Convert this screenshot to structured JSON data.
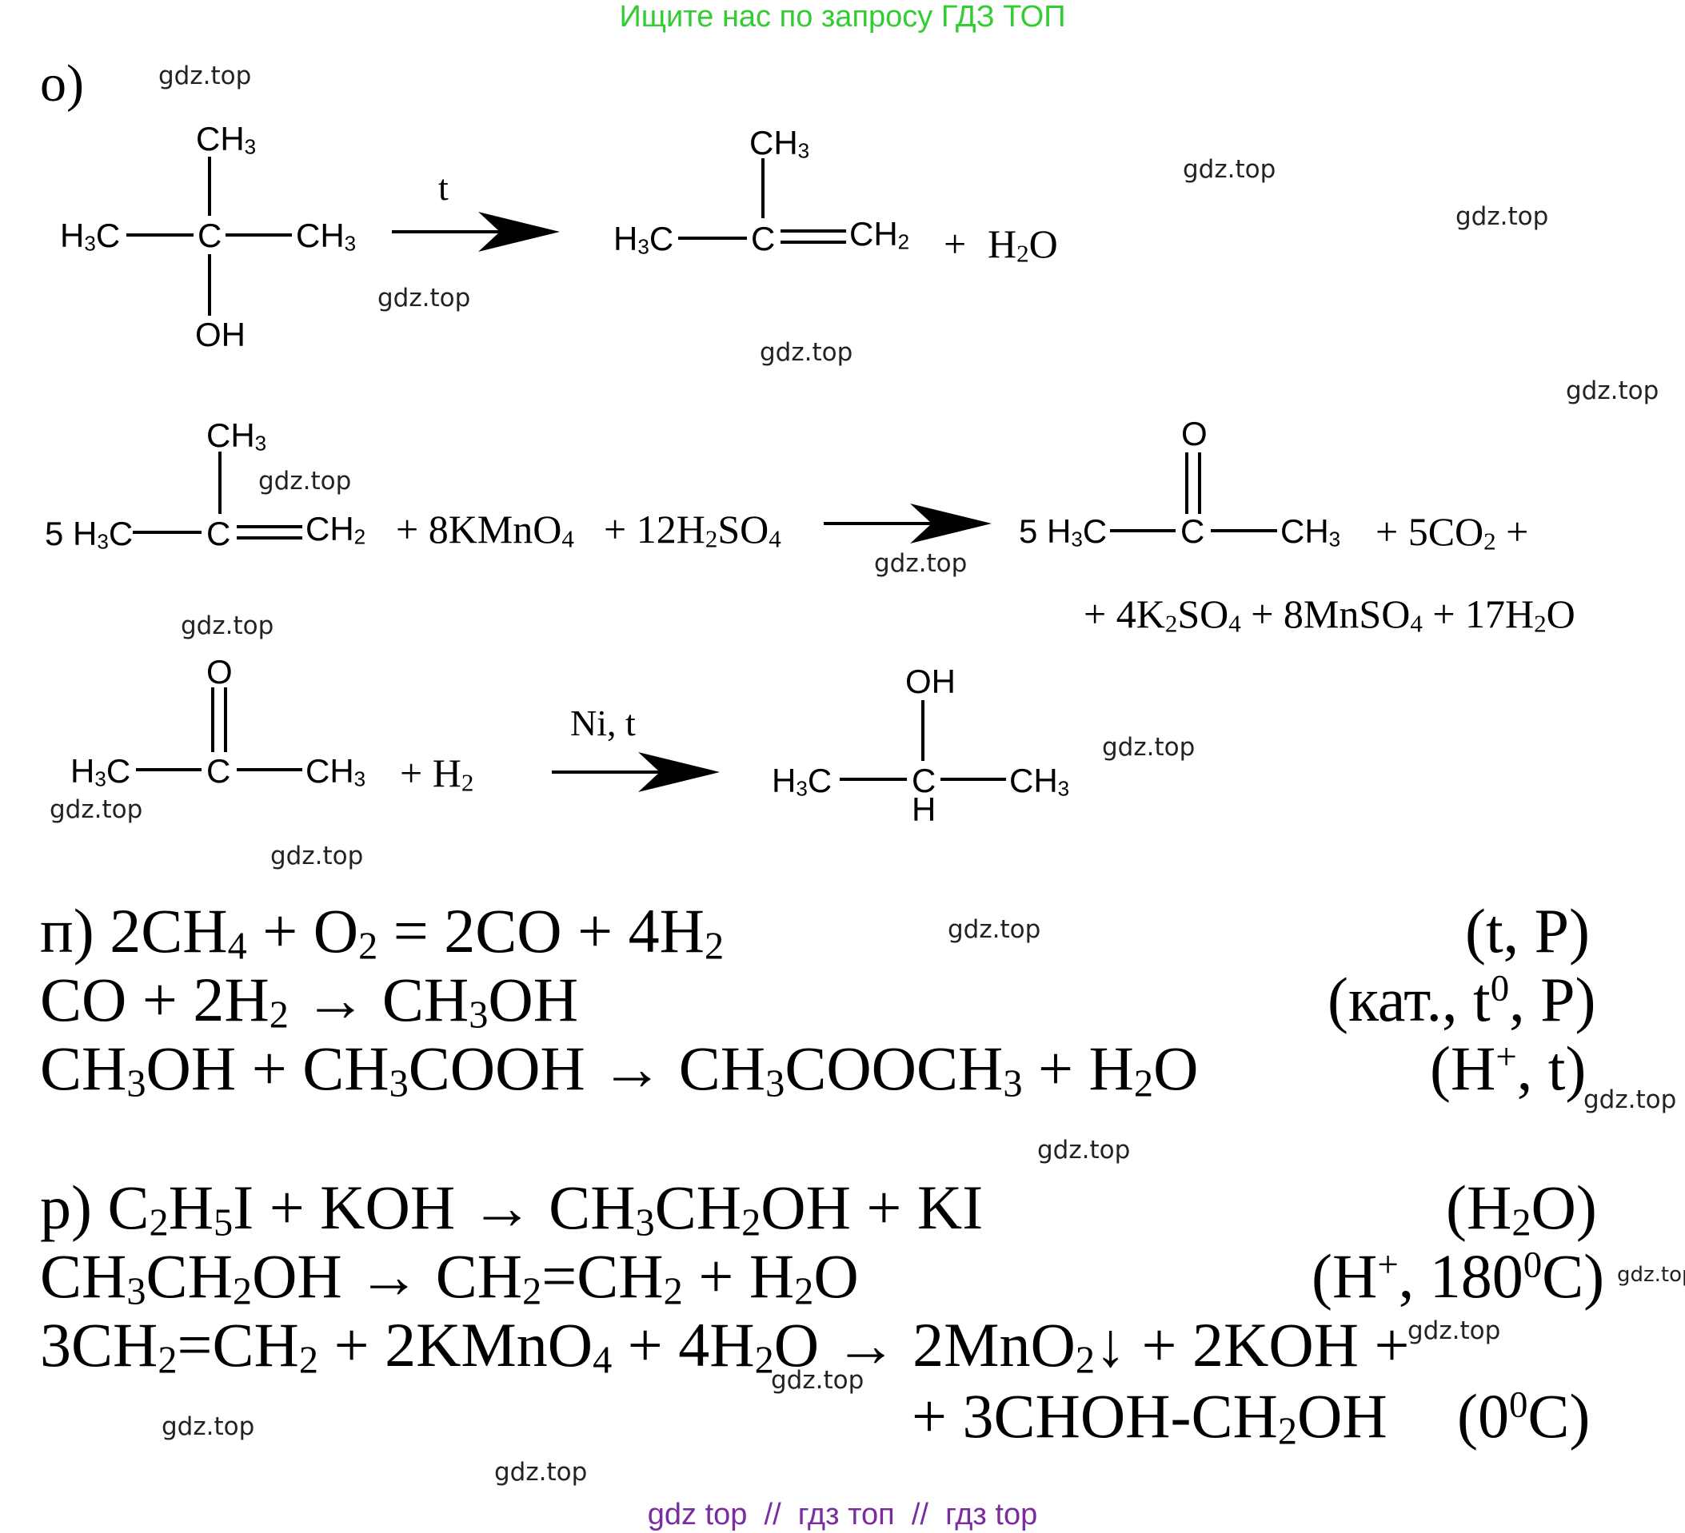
{
  "header": {
    "banner": "Ищите нас по запросу ГДЗ ТОП",
    "banner_color": "#33cc33"
  },
  "footer": {
    "text": "gdz top  //  гдз топ  //  гдз top",
    "color": "#7a2d9e"
  },
  "watermark": "gdz.top",
  "section_o": {
    "label": "о)",
    "r1": {
      "reactant": {
        "top": "CH",
        "top_sub": "3",
        "left": "H",
        "left_sub": "3",
        "left_tail": "C",
        "center": "C",
        "right": "CH",
        "right_sub": "3",
        "bottom": "OH"
      },
      "condition": "t",
      "product": {
        "top": "CH",
        "top_sub": "3",
        "left": "H",
        "left_sub": "3",
        "left_tail": "C",
        "center": "C",
        "right": "CH",
        "right_sub": "2"
      },
      "plus": "+",
      "water": "H",
      "water_sub": "2",
      "water_tail": "O"
    },
    "r2": {
      "coef": "5",
      "reactant": {
        "top": "CH",
        "top_sub": "3",
        "left": "H",
        "left_sub": "3",
        "left_tail": "C",
        "center": "C",
        "right": "CH",
        "right_sub": "2"
      },
      "term1": "+  8KMnO",
      "term1_sub": "4",
      "term2": "+  12H",
      "term2_sub1": "2",
      "term2_mid": "SO",
      "term2_sub2": "4",
      "product_coef": "5",
      "product": {
        "top": "O",
        "left": "H",
        "left_sub": "3",
        "left_tail": "C",
        "center": "C",
        "right": "CH",
        "right_sub": "3"
      },
      "co2": "+  5CO",
      "co2_sub": "2",
      "co2_tail": " +",
      "line2": {
        "p1": "+  4K",
        "s1": "2",
        "p2": "SO",
        "s2": "4",
        "p3": " + 8MnSO",
        "s3": "4",
        "p4": " + 17H",
        "s4": "2",
        "p5": "O"
      }
    },
    "r3": {
      "reactant": {
        "top": "O",
        "left": "H",
        "left_sub": "3",
        "left_tail": "C",
        "center": "C",
        "right": "CH",
        "right_sub": "3"
      },
      "plus": "+  H",
      "plus_sub": "2",
      "condition": "Ni, t",
      "product": {
        "top": "OH",
        "left": "H",
        "left_sub": "3",
        "left_tail": "C",
        "center": "C",
        "right": "CH",
        "right_sub": "3",
        "bottom": "H"
      }
    }
  },
  "section_p": {
    "l1": {
      "a": "п) 2CH",
      "a_sub": "4",
      "b": " + O",
      "b_sub": "2",
      "c": " = 2CO + 4H",
      "c_sub": "2",
      "cond": "(t, P)"
    },
    "l2": {
      "a": "CO + 2H",
      "a_sub": "2",
      "b": " → CH",
      "b_sub": "3",
      "c": "OH",
      "cond_a": "(кат., t",
      "cond_sup": "0",
      "cond_b": ", P)"
    },
    "l3": {
      "a": "CH",
      "a_sub": "3",
      "b": "OH + CH",
      "b_sub": "3",
      "c": "COOH → CH",
      "c_sub": "3",
      "d": "COOCH",
      "d_sub": "3",
      "e": " + H",
      "e_sub": "2",
      "f": "O",
      "cond_a": "(H",
      "cond_sup": "+",
      "cond_b": ", t)"
    }
  },
  "section_r": {
    "l1": {
      "a": "р) C",
      "a_sub": "2",
      "b": "H",
      "b_sub": "5",
      "c": "I + KOH → CH",
      "c_sub": "3",
      "d": "CH",
      "d_sub": "2",
      "e": "OH + KI",
      "cond_a": "(H",
      "cond_sub": "2",
      "cond_b": "O)"
    },
    "l2": {
      "a": "CH",
      "a_sub": "3",
      "b": "CH",
      "b_sub": "2",
      "c": "OH → CH",
      "c_sub": "2",
      "d": "=CH",
      "d_sub": "2",
      "e": " + H",
      "e_sub": "2",
      "f": "O",
      "cond_a": "(H",
      "cond_sup1": "+",
      "cond_b": ", 180",
      "cond_sup2": "0",
      "cond_c": "C)"
    },
    "l3": {
      "a": "3CH",
      "a_sub": "2",
      "b": "=CH",
      "b_sub": "2",
      "c": " + 2KMnO",
      "c_sub": "4",
      "d": " + 4H",
      "d_sub": "2",
      "e": "O → 2MnO",
      "e_sub": "2",
      "f": "↓ + 2KOH +"
    },
    "l4": {
      "a": "+ 3CHOH-CH",
      "a_sub": "2",
      "b": "OH",
      "cond_a": "(0",
      "cond_sup": "0",
      "cond_b": "C)"
    }
  }
}
